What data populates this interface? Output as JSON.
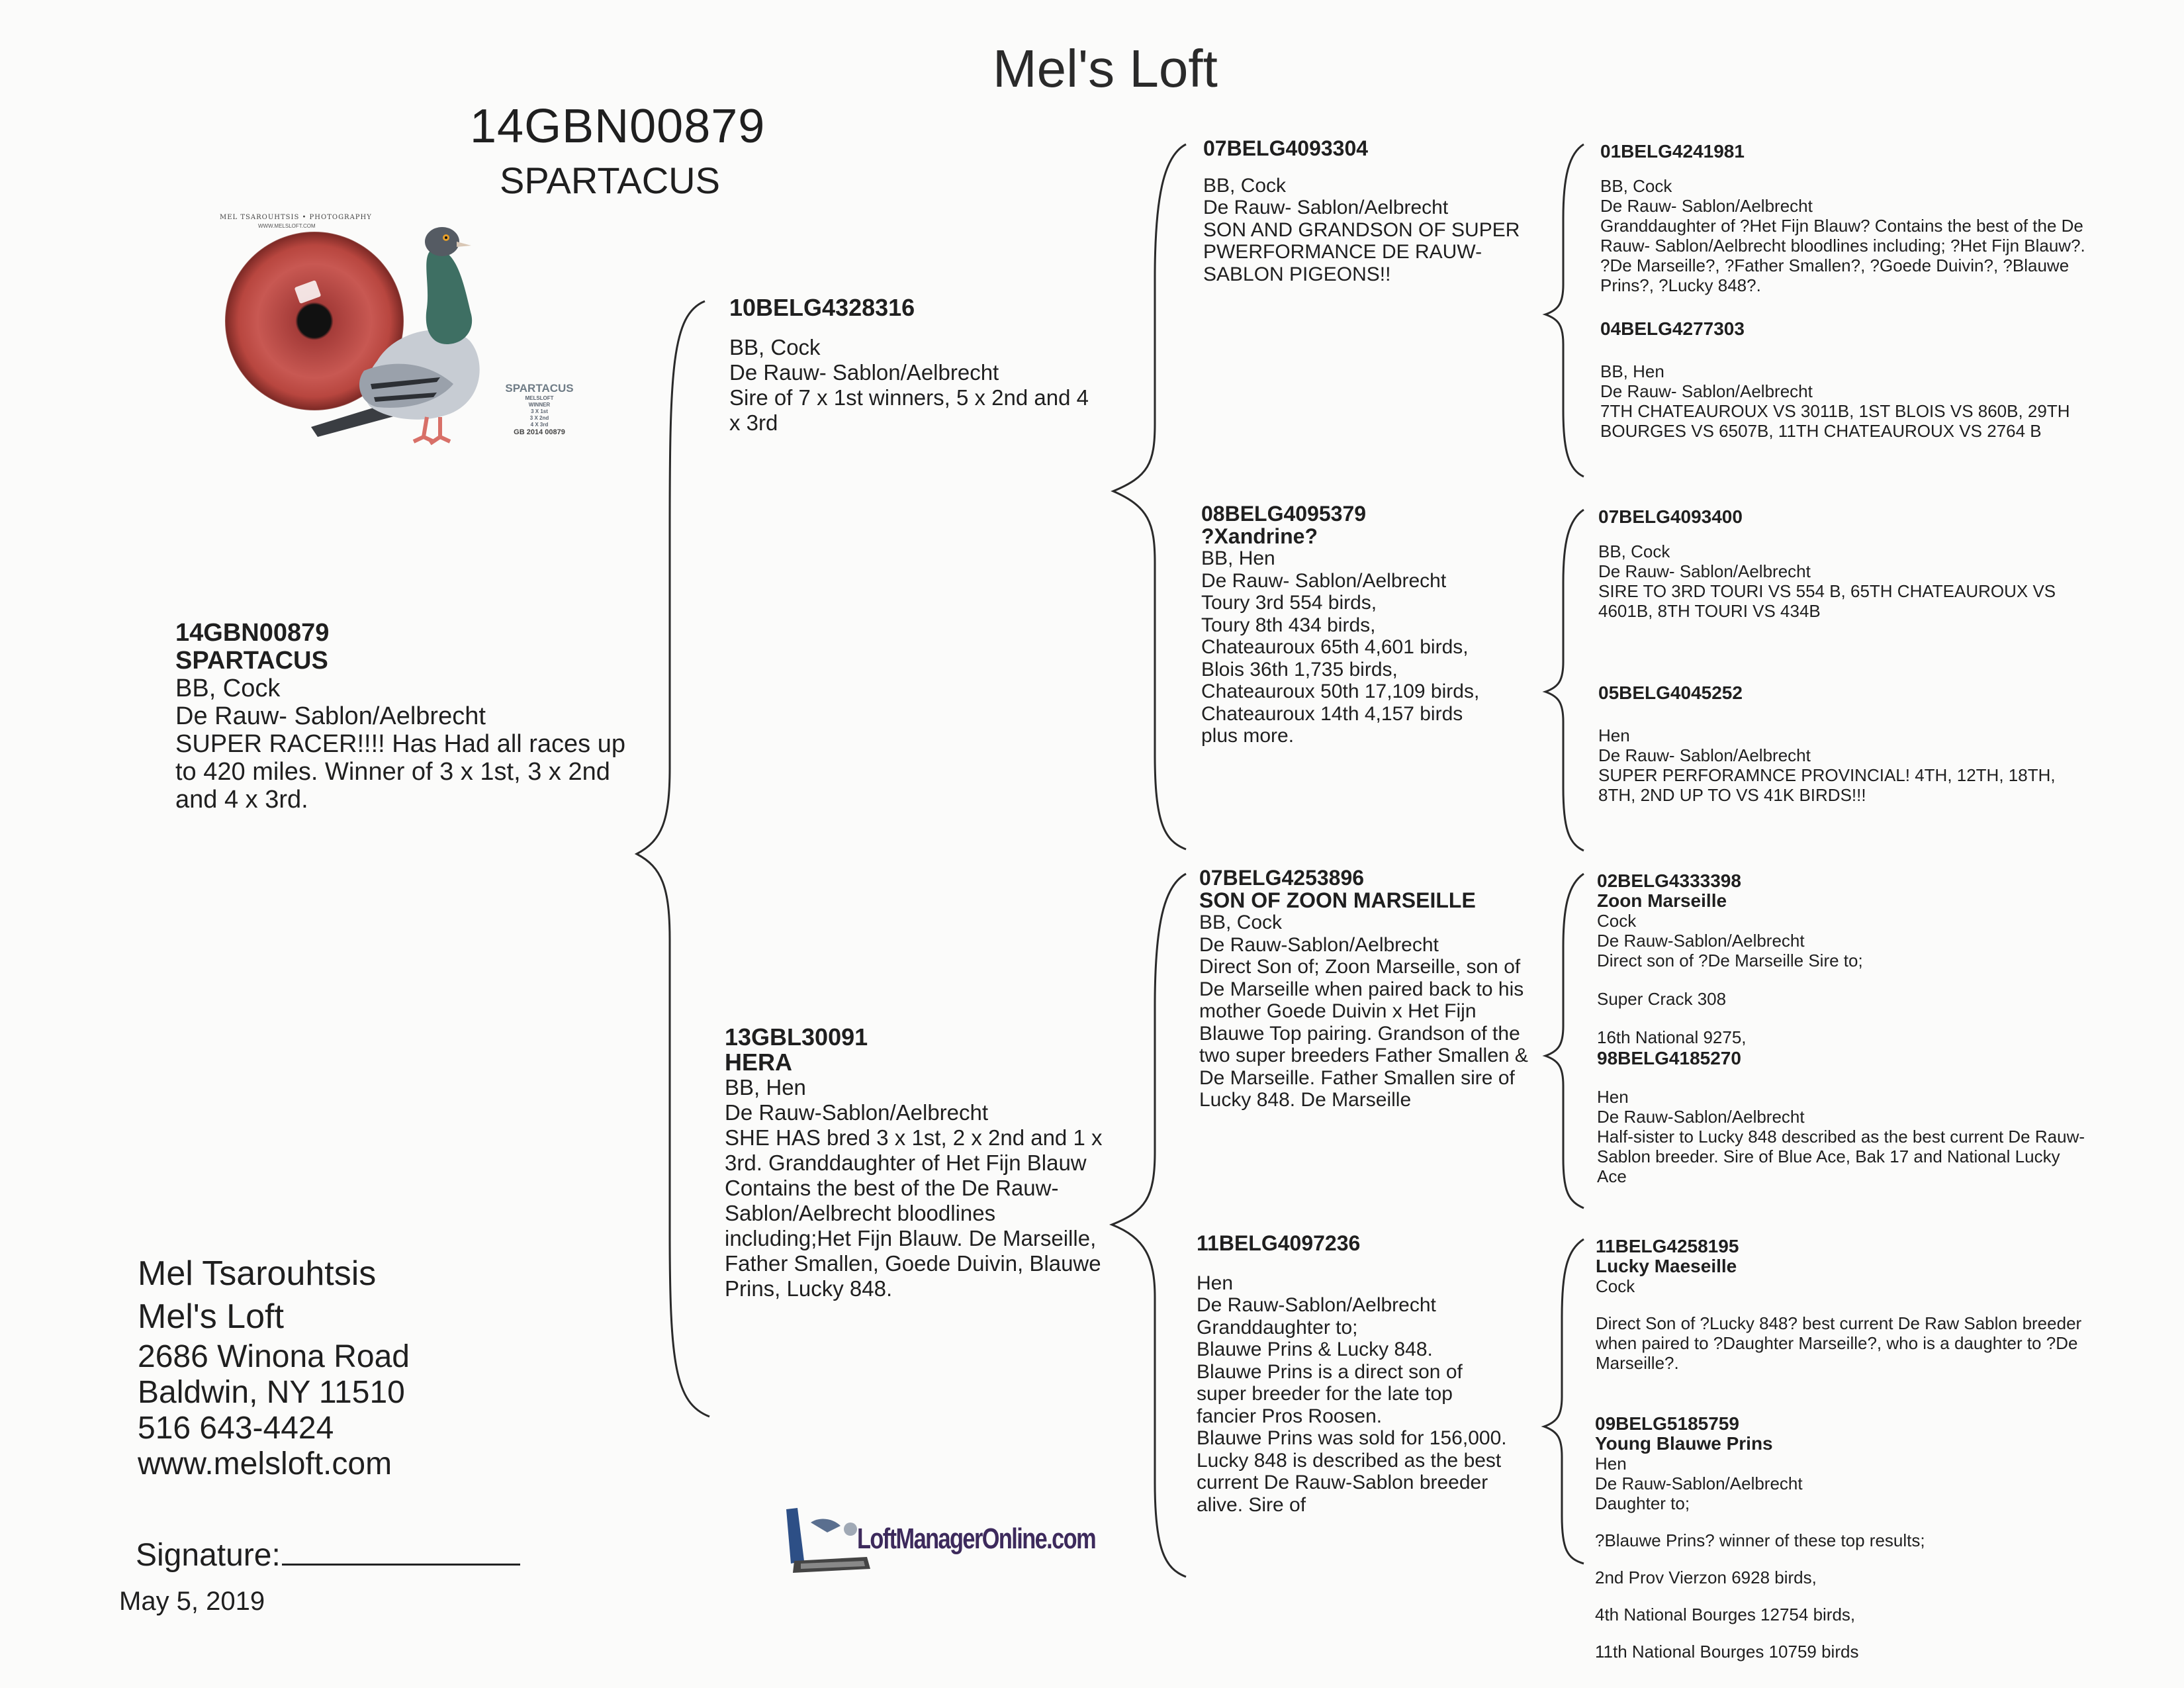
{
  "header": {
    "title": "Mel's Loft",
    "bird_id": "14GBN00879",
    "bird_name": "SPARTACUS"
  },
  "photo": {
    "credit": "MEL TSAROUHTSIS • PHOTOGRAPHY",
    "site": "WWW.MELSLOFT.COM",
    "caption_name": "SPARTACUS",
    "caption_lines": [
      "MELSLOFT",
      "WINNER",
      "3 X 1st",
      "3 X 2nd",
      "4 X 3rd"
    ],
    "caption_ring": "GB 2014 00879"
  },
  "subject": {
    "id": "14GBN00879",
    "name": "SPARTACUS",
    "lines": [
      "BB, Cock",
      "De Rauw- Sablon/Aelbrecht",
      "SUPER RACER!!!! Has Had all races up to 420 miles. Winner of 3 x 1st, 3 x 2nd and 4 x 3rd."
    ]
  },
  "sire": {
    "id": "10BELG4328316",
    "lines": [
      "BB, Cock",
      "De Rauw- Sablon/Aelbrecht",
      "Sire of 7 x 1st winners, 5 x 2nd and 4 x 3rd"
    ]
  },
  "dam": {
    "id": "13GBL30091",
    "name": "HERA",
    "lines": [
      "BB, Hen",
      "De Rauw-Sablon/Aelbrecht",
      "SHE HAS bred 3 x 1st, 2 x 2nd and 1 x 3rd. Granddaughter of Het Fijn Blauw Contains the best of the De Rauw-Sablon/Aelbrecht bloodlines including;Het Fijn Blauw. De Marseille, Father Smallen, Goede Duivin, Blauwe Prins, Lucky 848."
    ]
  },
  "gen3": [
    {
      "id": "07BELG4093304",
      "lines": [
        "BB, Cock",
        "De Rauw- Sablon/Aelbrecht",
        "SON AND GRANDSON OF SUPER PWERFORMANCE DE RAUW-SABLON PIGEONS!!"
      ]
    },
    {
      "id": "08BELG4095379",
      "name": "?Xandrine?",
      "lines": [
        "BB, Hen",
        "De Rauw- Sablon/Aelbrecht",
        "Toury 3rd 554 birds,",
        "Toury 8th 434 birds,",
        "Chateauroux 65th 4,601 birds,",
        "Blois 36th 1,735 birds,",
        "Chateauroux 50th 17,109 birds,",
        "Chateauroux 14th 4,157 birds",
        "plus more."
      ]
    },
    {
      "id": "07BELG4253896",
      "name": "SON OF ZOON MARSEILLE",
      "lines": [
        "BB, Cock",
        "De Rauw-Sablon/Aelbrecht",
        "Direct Son of; Zoon Marseille, son of De Marseille when paired back to his mother Goede Duivin x Het Fijn Blauwe Top pairing. Grandson of the two super breeders Father Smallen & De Marseille. Father Smallen sire of Lucky 848. De Marseille"
      ]
    },
    {
      "id": "11BELG4097236",
      "lines": [
        "Hen",
        "De Rauw-Sablon/Aelbrecht",
        "Granddaughter to;",
        "Blauwe Prins & Lucky 848.",
        "Blauwe Prins is a direct son of super breeder for the late top fancier Pros Roosen.",
        "Blauwe Prins was sold for 156,000.",
        "Lucky 848 is described as the best current De Rauw-Sablon breeder alive. Sire of"
      ]
    }
  ],
  "gen4": [
    {
      "id": "01BELG4241981",
      "lines": [
        "BB, Cock",
        "De Rauw- Sablon/Aelbrecht",
        "Granddaughter of ?Het Fijn Blauw? Contains the best of the De Rauw- Sablon/Aelbrecht bloodlines including; ?Het Fijn Blauw?. ?De Marseille?, ?Father Smallen?, ?Goede Duivin?, ?Blauwe Prins?, ?Lucky 848?."
      ]
    },
    {
      "id": "04BELG4277303",
      "lines": [
        "BB, Hen",
        "De Rauw- Sablon/Aelbrecht",
        "7TH CHATEAUROUX VS 3011B, 1ST BLOIS VS 860B, 29TH BOURGES VS 6507B, 11TH CHATEAUROUX VS 2764 B"
      ]
    },
    {
      "id": "07BELG4093400",
      "lines": [
        "BB, Cock",
        "De Rauw- Sablon/Aelbrecht",
        "SIRE TO 3RD TOURI VS 554 B, 65TH CHATEAUROUX VS 4601B, 8TH TOURI VS 434B"
      ]
    },
    {
      "id": "05BELG4045252",
      "lines": [
        "Hen",
        "De Rauw- Sablon/Aelbrecht",
        "SUPER PERFORAMNCE PROVINCIAL! 4TH, 12TH, 18TH, 8TH, 2ND UP TO VS 41K BIRDS!!!"
      ]
    },
    {
      "id": "02BELG4333398",
      "name": "Zoon Marseille",
      "lines": [
        "Cock",
        "De Rauw-Sablon/Aelbrecht",
        "Direct son of ?De Marseille Sire to;",
        "Super Crack 308",
        "16th National 9275,"
      ]
    },
    {
      "id": "98BELG4185270",
      "lines": [
        "Hen",
        "De Rauw-Sablon/Aelbrecht",
        "Half-sister to Lucky 848 described as the best current De Rauw-Sablon breeder. Sire of Blue Ace, Bak 17 and National Lucky Ace"
      ]
    },
    {
      "id": "11BELG4258195",
      "name": "Lucky Maeseille",
      "lines": [
        "Cock",
        "Direct Son of ?Lucky 848? best current De Raw Sablon breeder when paired to ?Daughter Marseille?, who is a daughter to ?De Marseille?."
      ]
    },
    {
      "id": "09BELG5185759",
      "name": "Young Blauwe Prins",
      "lines": [
        "Hen",
        "De Rauw-Sablon/Aelbrecht",
        "Daughter to;",
        "?Blauwe Prins? winner of these top results;",
        "2nd Prov Vierzon 6928 birds,",
        "4th National Bourges 12754 birds,",
        "11th National Bourges 10759 birds"
      ]
    }
  ],
  "contact": {
    "name": "Mel Tsarouhtsis",
    "loft": "Mel's Loft",
    "street": "2686 Winona Road",
    "city": "Baldwin, NY 11510",
    "phone": "516 643-4424",
    "web": "www.melsloft.com"
  },
  "signature_label": "Signature:",
  "date": "May  5, 2019",
  "logo_text": "LoftManagerOnline.com",
  "colors": {
    "ink": "#1f1f1f",
    "paper": "#fbfbfa",
    "eye_red": "#c85852",
    "logo_purple": "#3d2a5c"
  }
}
